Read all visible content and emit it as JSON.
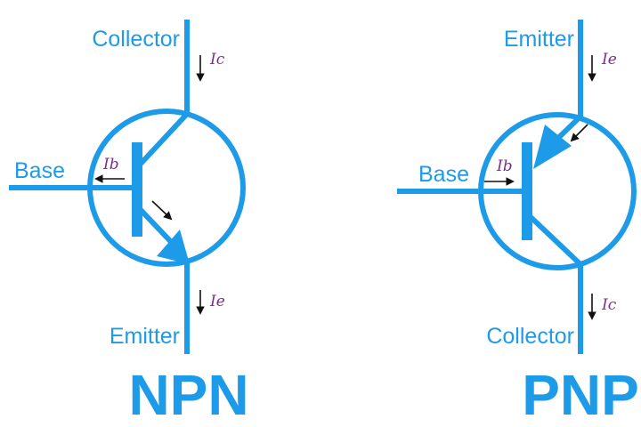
{
  "colors": {
    "symbol": "#1e9be8",
    "current_label": "#7b2d8e",
    "arrow": "#111111",
    "background": "#ffffff"
  },
  "npn": {
    "collector_label": "Collector",
    "base_label": "Base",
    "emitter_label": "Emitter",
    "collector_current": "Ic",
    "base_current": "Ib",
    "emitter_current": "Ie",
    "type_label": "NPN"
  },
  "pnp": {
    "emitter_label": "Emitter",
    "base_label": "Base",
    "collector_label": "Collector",
    "emitter_current": "Ie",
    "base_current": "Ib",
    "collector_current": "Ic",
    "type_label": "PNP"
  }
}
